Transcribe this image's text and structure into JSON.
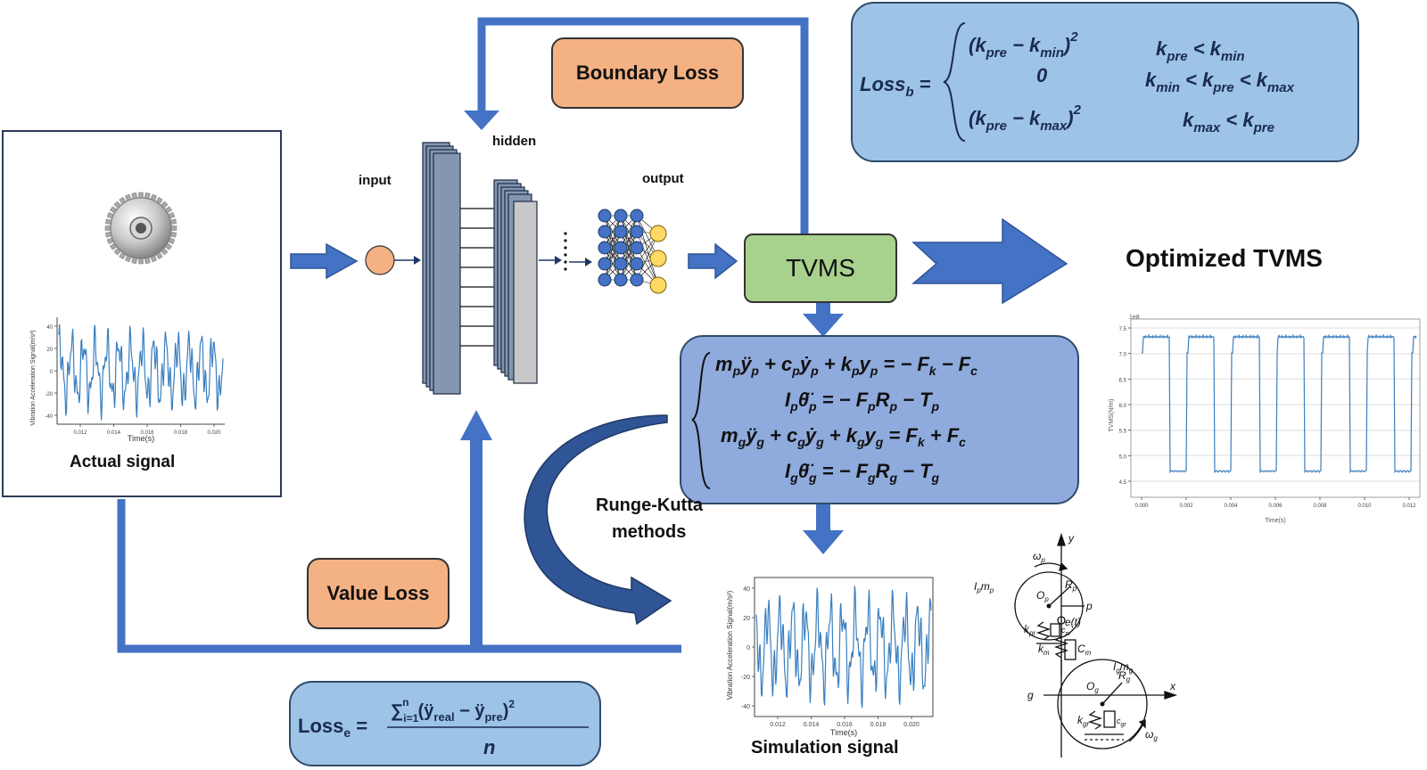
{
  "labels": {
    "boundary_loss": "Boundary Loss",
    "value_loss": "Value Loss",
    "tvms": "TVMS",
    "optimized_tvms": "Optimized TVMS",
    "input": "input",
    "hidden": "hidden",
    "output": "output",
    "actual_signal": "Actual signal",
    "simulation_signal": "Simulation signal",
    "runge_kutta_line1": "Runge-Kutta",
    "runge_kutta_line2": "methods"
  },
  "equations": {
    "loss_b_lhs": "Loss_b =",
    "loss_b_cases": [
      {
        "expr": "(k_pre − k_min)²",
        "cond": "k_pre < k_min"
      },
      {
        "expr": "0",
        "cond": "k_min < k_pre < k_max"
      },
      {
        "expr": "(k_pre − k_max)²",
        "cond": "k_max < k_pre"
      }
    ],
    "dynamics": [
      "m_p ÿ_p + c_p ẏ_p + k_p y_p = − F_k − F_c",
      "I_p θ̈_p = − F_p R_p − T_p",
      "m_g ÿ_g + c_g ẏ_g + k_g y_g = F_k + F_c",
      "I_g θ̈_g = − F_g R_g − T_g"
    ],
    "loss_e_lhs": "Loss_e =",
    "loss_e_num": "Σ (ÿ_real − ÿ_pre)²",
    "loss_e_den": "n"
  },
  "actual_plot": {
    "ylabel": "Vibration Acceleration Signal(m/s²)",
    "xlabel": "Time(s)",
    "yticks": [
      "40",
      "20",
      "0",
      "-20",
      "-40"
    ],
    "xticks": [
      "0.012",
      "0.014",
      "0.016",
      "0.018",
      "0.020"
    ]
  },
  "sim_plot": {
    "ylabel": "Vibration Acceleration Signal(m/s²)",
    "xlabel": "Time(s)",
    "yticks": [
      "40",
      "20",
      "0",
      "-20",
      "-40"
    ],
    "xticks": [
      "0.012",
      "0.014",
      "0.016",
      "0.018",
      "0.020"
    ]
  },
  "tvms_plot": {
    "scale": "1e8",
    "ylabel": "TVMS(N/m)",
    "xlabel": "Time(s)",
    "yticks": [
      "7.5",
      "7.0",
      "6.5",
      "6.0",
      "5.5",
      "5.0",
      "4.5"
    ],
    "xticks": [
      "0.000",
      "0.002",
      "0.004",
      "0.006",
      "0.008",
      "0.010",
      "0.012"
    ]
  },
  "gear_model": {
    "labels": [
      "y",
      "ω_p",
      "I_p m_p",
      "O_p",
      "R_p",
      "p",
      "e(t)",
      "k_m",
      "C_m",
      "I_g m_g",
      "O_g",
      "R_g",
      "g",
      "x",
      "ω_g",
      "k_pr",
      "c_pr",
      "k_gr",
      "c_gr"
    ]
  },
  "colors": {
    "arrow": "#4472c4",
    "orange": "#f4b183",
    "green": "#a9d18e",
    "eq_box": "#9dc3e6",
    "signal": "#3a7fc0"
  }
}
